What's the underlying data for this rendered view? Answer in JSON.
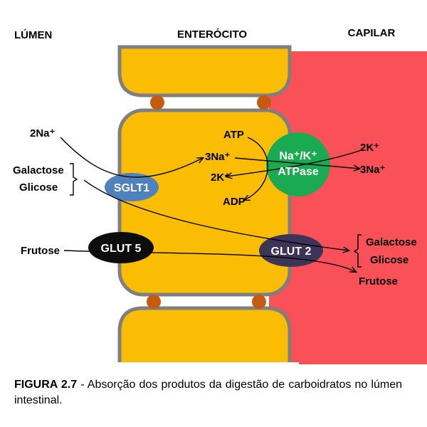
{
  "headers": {
    "lumen": "LÚMEN",
    "enterocito": "ENTERÓCITO",
    "capilar": "CAPILAR"
  },
  "transporters": {
    "sglt1": "SGLT1",
    "glut5": "GLUT 5",
    "glut2": "GLUT 2",
    "pump_line1": "Na⁺/K⁺",
    "pump_line2": "ATPase"
  },
  "lumen_labels": {
    "na": "2Na⁺",
    "galactose": "Galactose",
    "glicose": "Glicose",
    "frutose": "Frutose"
  },
  "cell_labels": {
    "atp": "ATP",
    "adp": "ADP",
    "na_in": "3Na⁺",
    "k_in": "2K⁺"
  },
  "capillary_labels": {
    "k_out": "2K⁺",
    "na_out": "3Na⁺",
    "galactose": "Galactose",
    "glicose": "Glicose",
    "frutose": "Frutose"
  },
  "caption": {
    "figure": "FIGURA 2.7",
    "text": " - Absorção dos produtos da digestão de carboidratos no lúmen intestinal."
  },
  "colors": {
    "cell": "#fbbc04",
    "cell_border": "#7f7f7f",
    "capillary": "#fa5058",
    "junction": "#c55a11",
    "sglt1": "#4f81bd",
    "glut5": "#0d0d0d",
    "glut2": "#3d3557",
    "pump": "#1aaa52"
  }
}
